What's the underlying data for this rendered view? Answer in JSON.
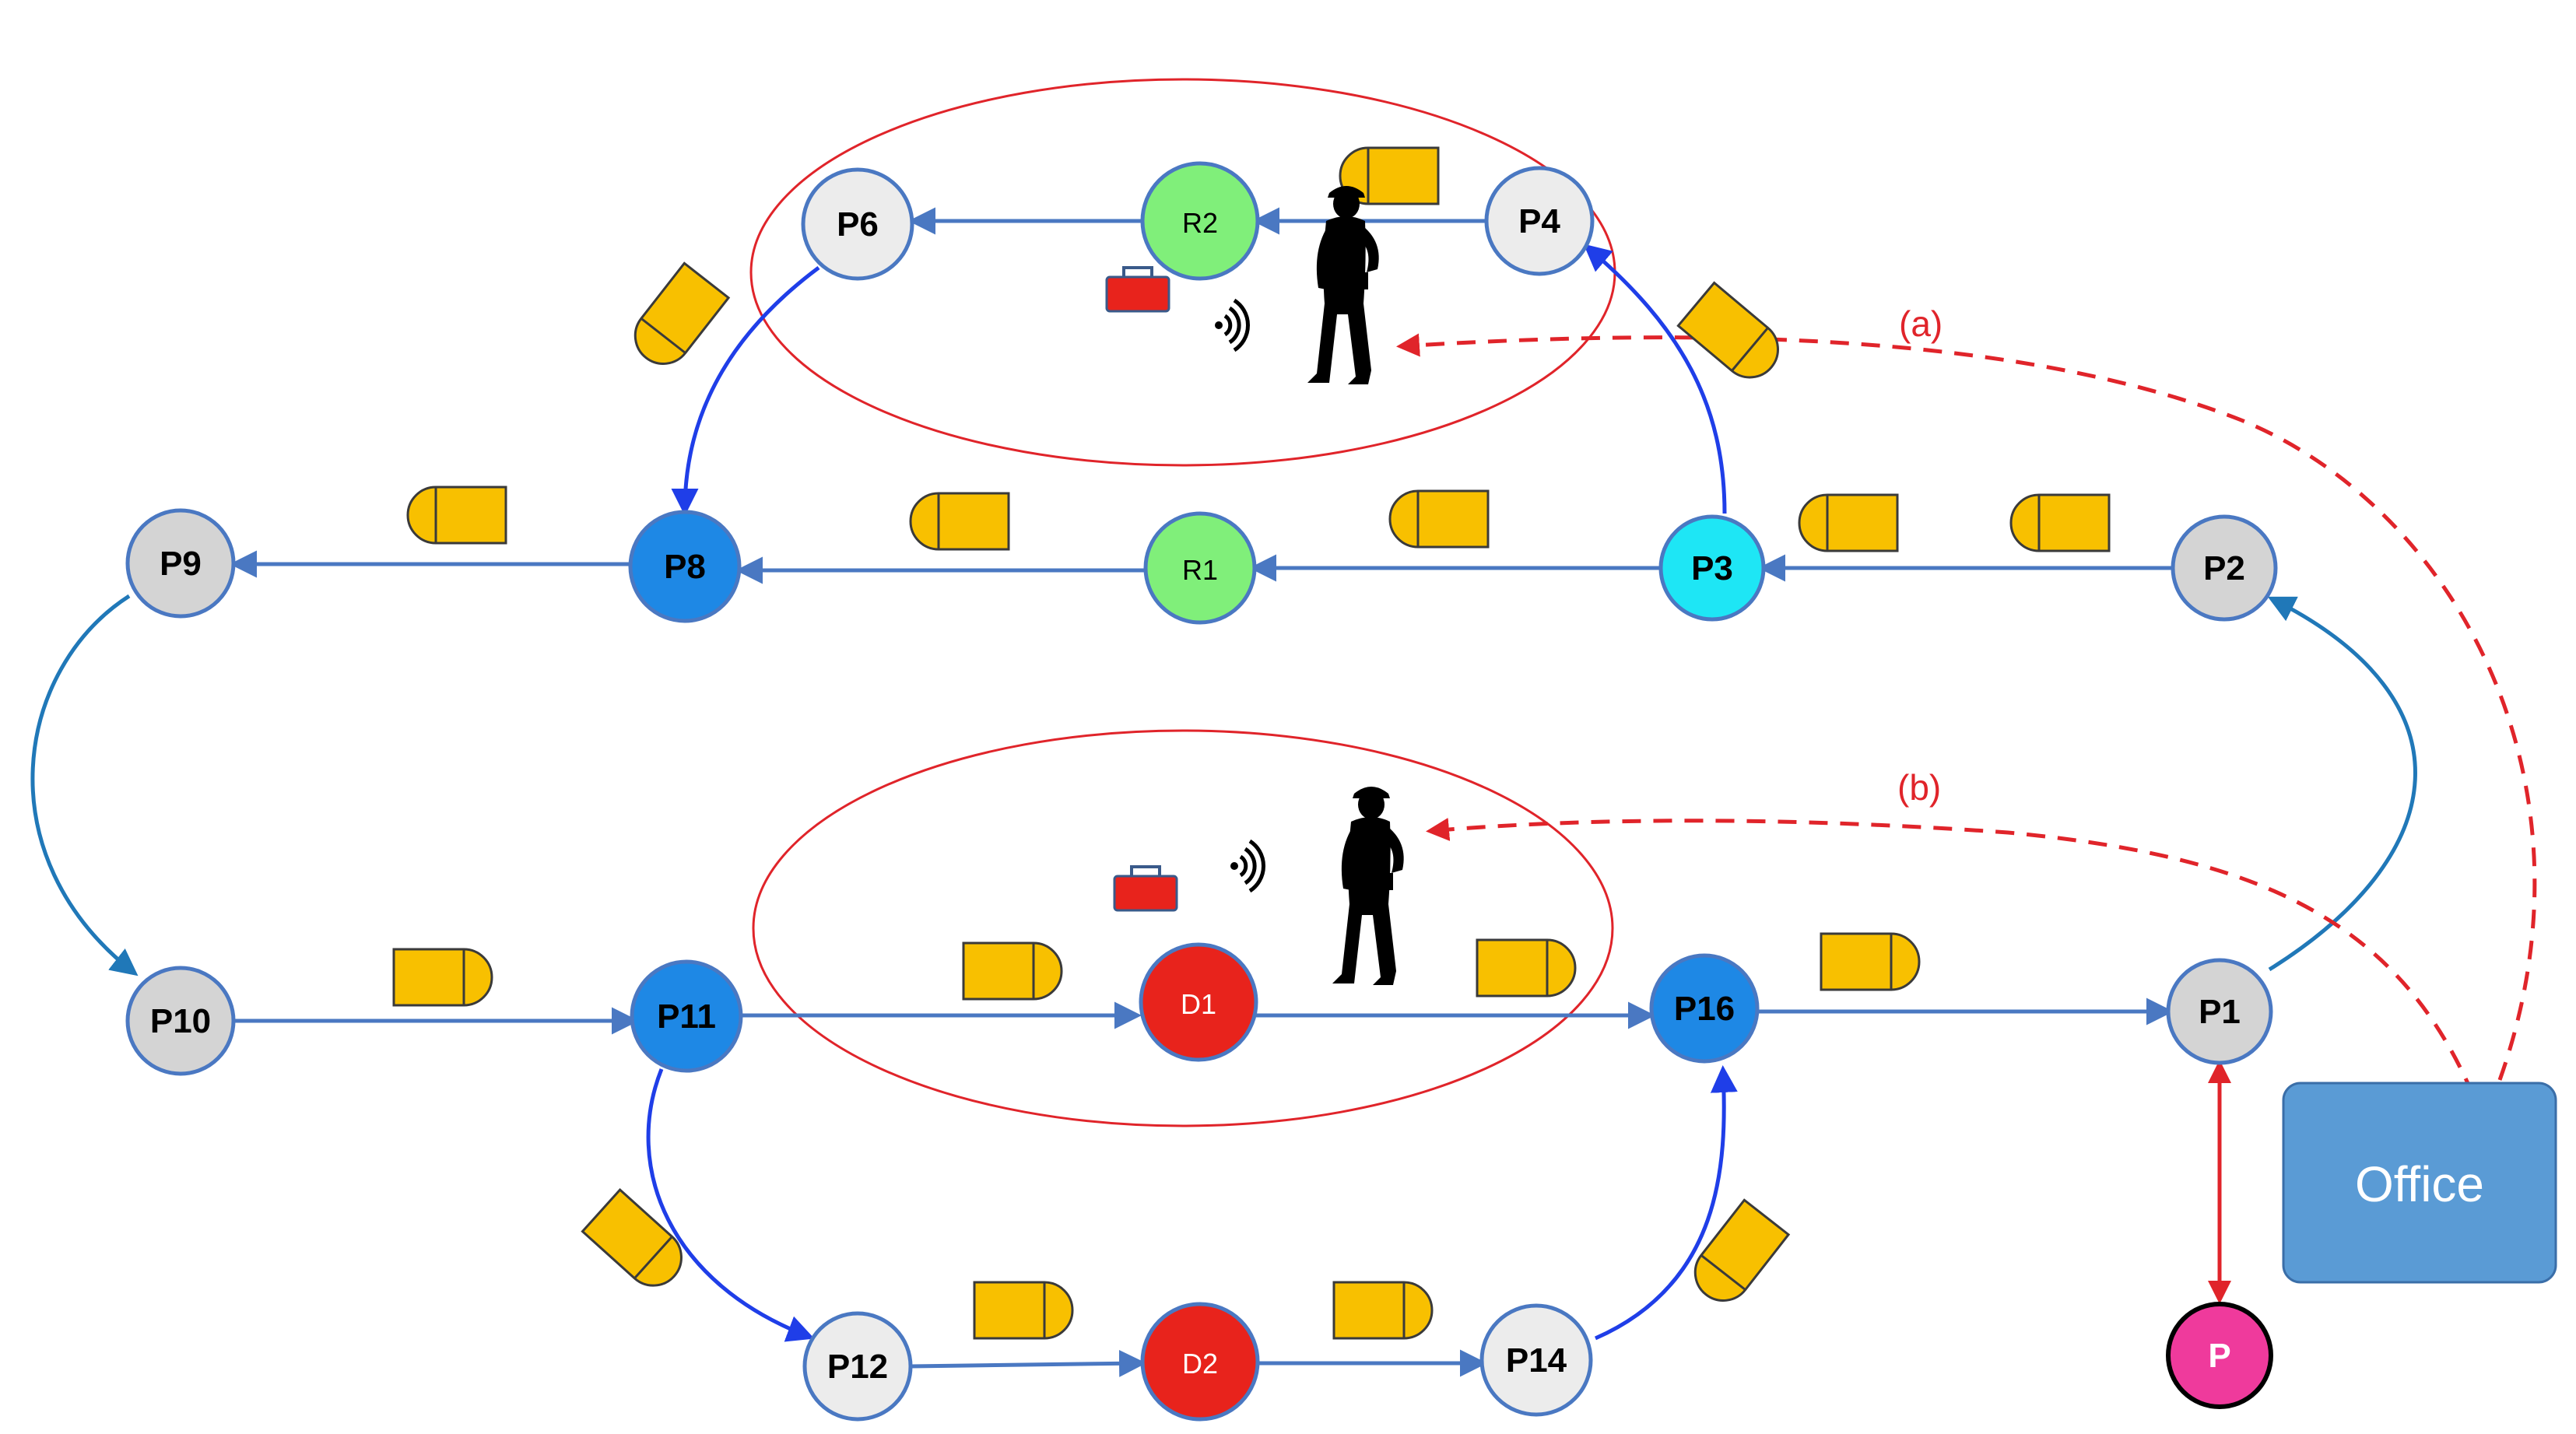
{
  "colors": {
    "grey_node": "#d4d4d4",
    "light_node": "#ececec",
    "blue_node": "#1e88e5",
    "cyan_node": "#1ee6f5",
    "green_node": "#80ef7a",
    "red_node": "#e8231c",
    "pink_node": "#ef3a9c",
    "node_stroke": "#4a78c2",
    "edge": "#4a78c2",
    "edge_curve_dark": "#1f3ee8",
    "edge_curve_teal": "#2078b8",
    "zone_ellipse": "#e0242a",
    "dashed": "#e0242a",
    "vehicle": "#f8c000",
    "vehicle_stroke": "#3a3a3a",
    "office": "#5a9bd5",
    "toolbox": "#e8231c"
  },
  "nodes": [
    {
      "id": "P1",
      "label": "P1",
      "fill": "grey"
    },
    {
      "id": "P2",
      "label": "P2",
      "fill": "grey"
    },
    {
      "id": "P3",
      "label": "P3",
      "fill": "cyan"
    },
    {
      "id": "P4",
      "label": "P4",
      "fill": "light"
    },
    {
      "id": "R2",
      "label": "R2",
      "fill": "green"
    },
    {
      "id": "P6",
      "label": "P6",
      "fill": "light"
    },
    {
      "id": "R1",
      "label": "R1",
      "fill": "green"
    },
    {
      "id": "P8",
      "label": "P8",
      "fill": "blue"
    },
    {
      "id": "P9",
      "label": "P9",
      "fill": "grey"
    },
    {
      "id": "P10",
      "label": "P10",
      "fill": "grey"
    },
    {
      "id": "P11",
      "label": "P11",
      "fill": "blue"
    },
    {
      "id": "D1",
      "label": "D1",
      "fill": "red"
    },
    {
      "id": "P16",
      "label": "P16",
      "fill": "blue"
    },
    {
      "id": "P12",
      "label": "P12",
      "fill": "light"
    },
    {
      "id": "D2",
      "label": "D2",
      "fill": "red"
    },
    {
      "id": "P14",
      "label": "P14",
      "fill": "light"
    },
    {
      "id": "P",
      "label": "P",
      "fill": "pink"
    }
  ],
  "annotations": {
    "a": "(a)",
    "b": "(b)"
  },
  "office": {
    "label": "Office"
  }
}
